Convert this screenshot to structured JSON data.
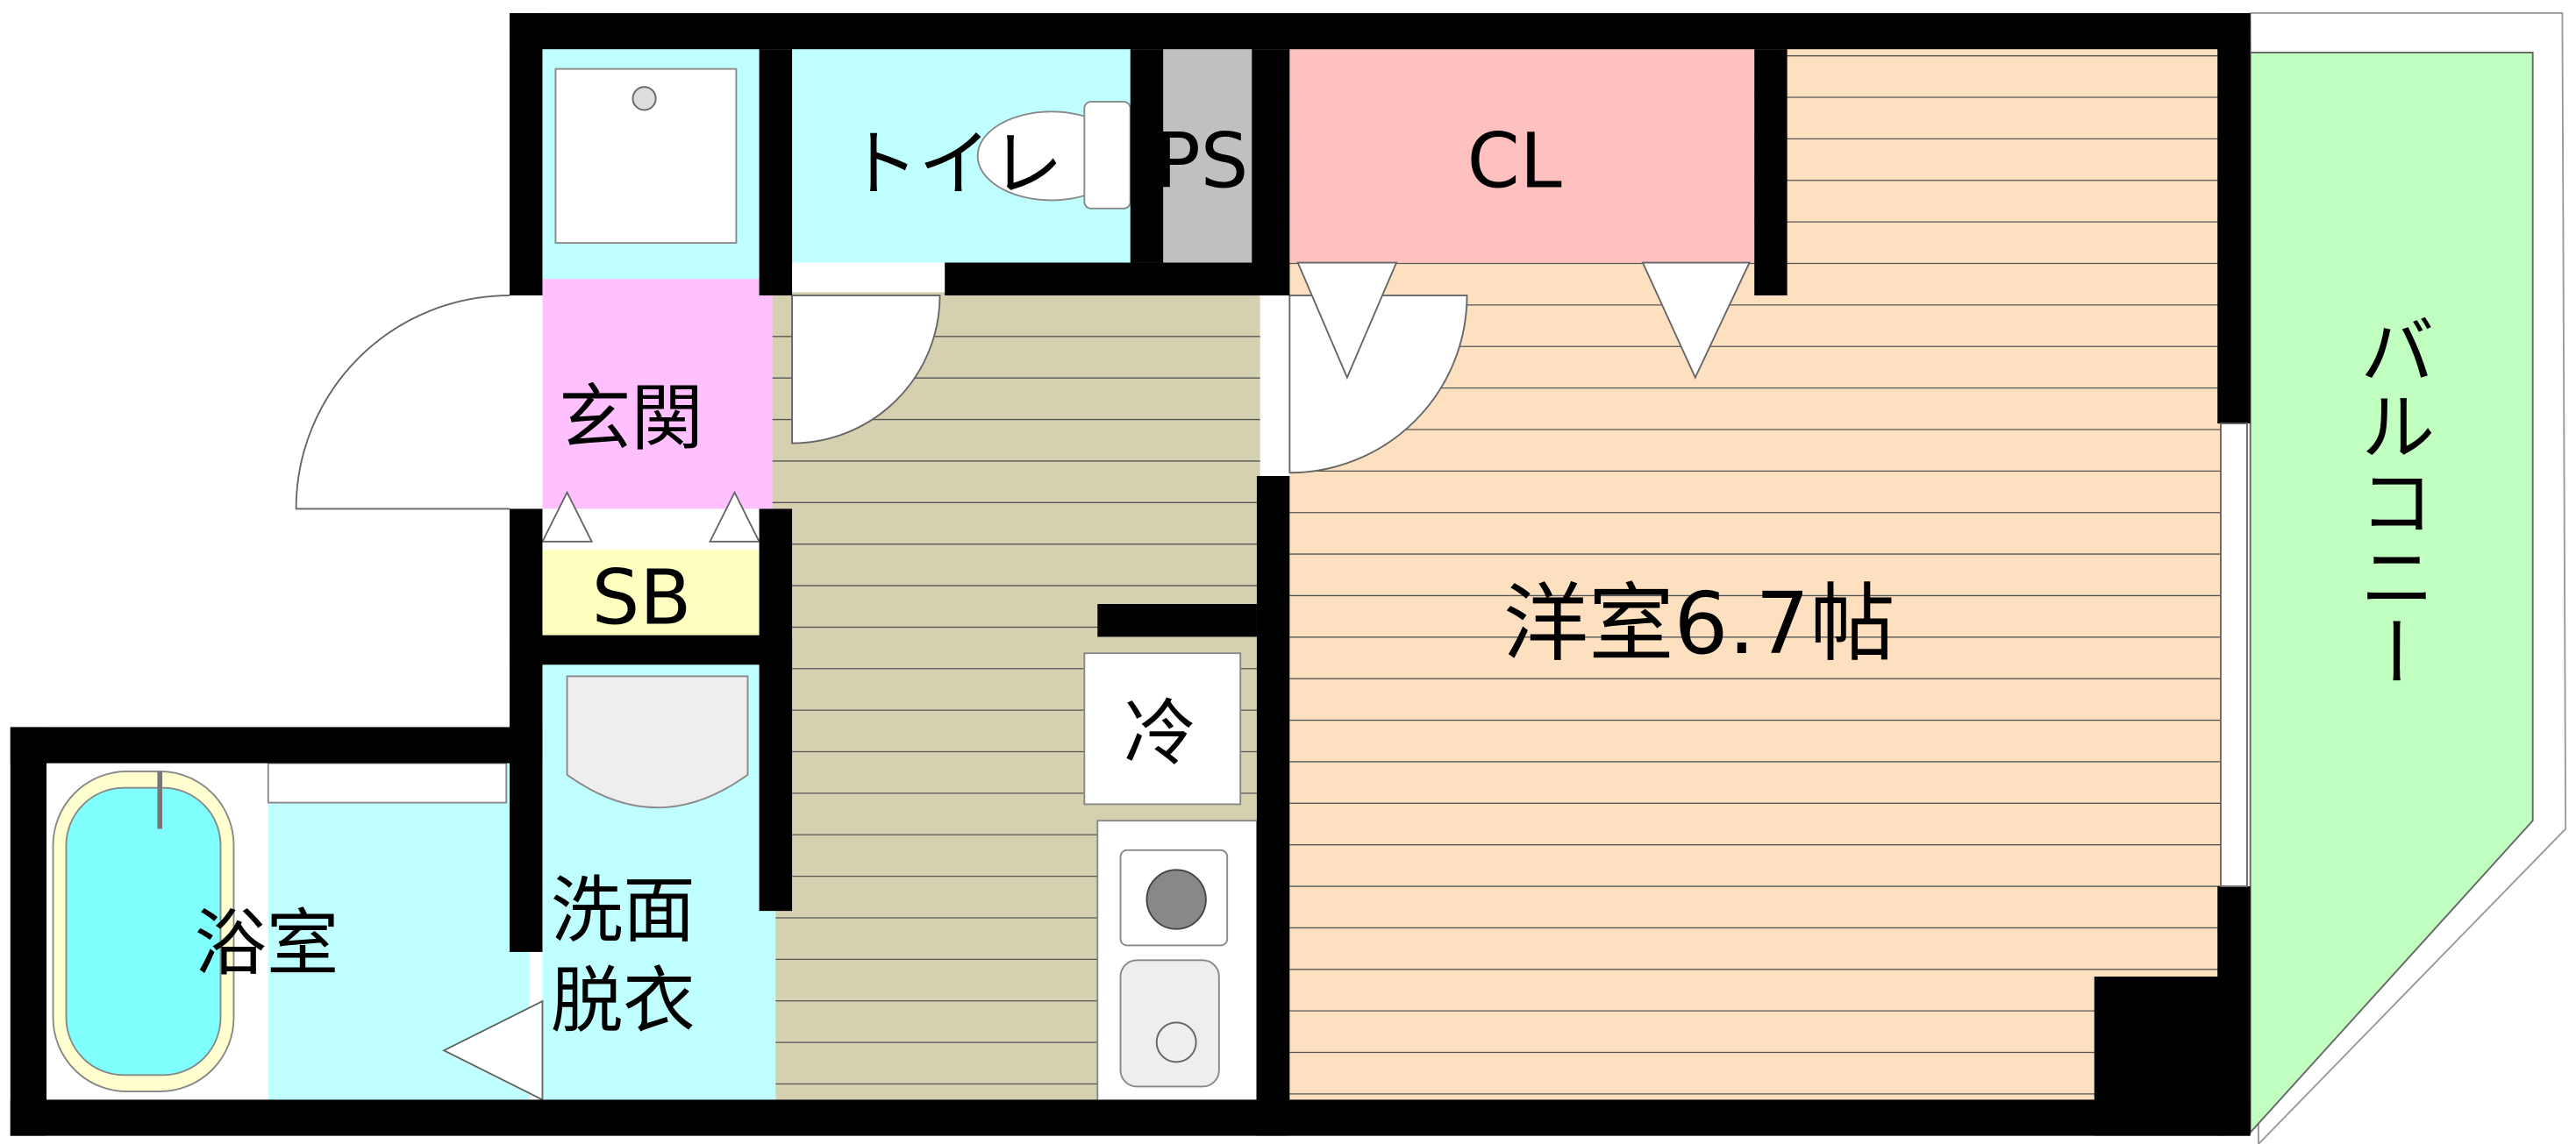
{
  "floorplan": {
    "rooms": {
      "toilet": "トイレ",
      "pipe_space": "PS",
      "closet": "CL",
      "entrance": "玄関",
      "shoe_box": "SB",
      "fridge": "冷",
      "washroom_line1": "洗面",
      "washroom_line2": "脱衣",
      "bathroom": "浴室",
      "western_room": "洋室6.7帖",
      "balcony": "バルコニー"
    },
    "colors": {
      "wall": "#000000",
      "water_area": "#c0ffff",
      "pipe_space": "#c0c0c0",
      "closet": "#ffc0c0",
      "entrance": "#ffc0ff",
      "shoe_box": "#ffffc0",
      "hallway_floor": "#d4d0b0",
      "room_floor": "#fde0c0",
      "balcony": "#c0ffc0",
      "bathtub": "#80ffff"
    }
  }
}
